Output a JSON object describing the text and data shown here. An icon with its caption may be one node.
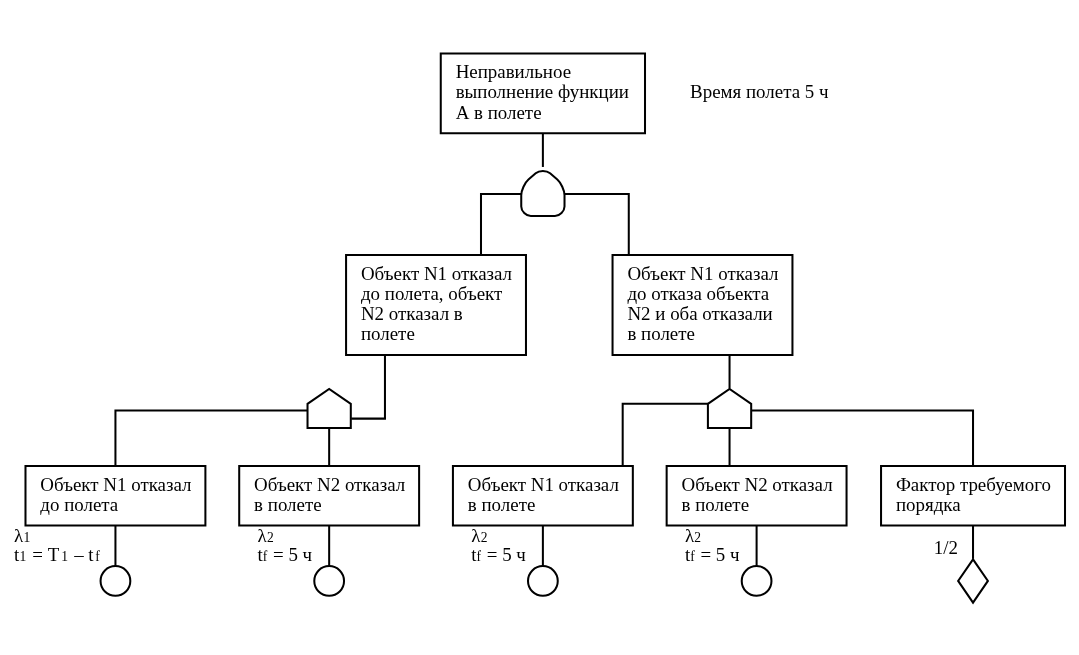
{
  "diagram": {
    "nodes": [
      {
        "text": [
          "Неправильное выполнение функции А в полете"
        ]
      },
      {
        "text": [],
        "shape": "gate"
      },
      {
        "text": [
          "Объект N1 отказал до полета, объект N2 отказал в полете"
        ]
      },
      {
        "text": [
          "Объект N1 отказал до отказа объекта N2 и оба отказали в полете"
        ]
      },
      {
        "text": [],
        "shape": "gate"
      },
      {
        "text": [],
        "shape": "gate"
      },
      {
        "text": [
          "Объект N1 отказал до полета"
        ]
      },
      {
        "text": [
          "Объект N2 отказал в полете"
        ]
      },
      {
        "text": [
          "Объект N1 отказал в полете"
        ]
      },
      {
        "text": [
          "Объект N2 отказал в полете"
        ]
      },
      {
        "text": [
          "Фактор требуемого порядка"
        ]
      },
      {
        "text": [],
        "shape": "circle",
        "beside": [
          "λ$_{1}$",
          "t$_{1}$ = T$_{1}$ – t$_{f}$"
        ]
      },
      {
        "text": [],
        "shape": "circle",
        "beside": [
          "λ$_{2}$",
          "t$_{f}$ = 5 ч"
        ]
      },
      {
        "text": [],
        "shape": "circle",
        "beside": [
          "λ$_{2}$",
          "t$_{f}$ = 5 ч"
        ]
      },
      {
        "text": [],
        "shape": "circle",
        "beside": [
          "λ$_{2}$",
          "t$_{f}$ = 5 ч"
        ]
      },
      {
        "text": [],
        "shape": "diamond",
        "beside": [
          "1/2"
        ]
      }
    ],
    "edges": [
      {
        "from": 0,
        "to": 1,
        "arrow": "none"
      },
      {
        "from": 1,
        "to": 2,
        "arrow": "none"
      },
      {
        "from": 1,
        "to": 3,
        "arrow": "none"
      },
      {
        "from": 2,
        "to": 4,
        "arrow": "none"
      },
      {
        "from": 3,
        "to": 5,
        "arrow": "none"
      },
      {
        "from": 4,
        "to": 6,
        "arrow": "none"
      },
      {
        "from": 4,
        "to": 7,
        "arrow": "none"
      },
      {
        "from": 5,
        "to": 8,
        "arrow": "none"
      },
      {
        "from": 5,
        "to": 9,
        "arrow": "none"
      },
      {
        "from": 5,
        "to": 10,
        "arrow": "none"
      },
      {
        "from": 6,
        "to": 11,
        "arrow": "none"
      },
      {
        "from": 7,
        "to": 12,
        "arrow": "none"
      },
      {
        "from": 8,
        "to": 13,
        "arrow": "none"
      },
      {
        "from": 9,
        "to": 14,
        "arrow": "none"
      },
      {
        "from": 10,
        "to": 15,
        "arrow": "none"
      }
    ],
    "labels": [
      "Время полета 5 ч"
    ]
  }
}
